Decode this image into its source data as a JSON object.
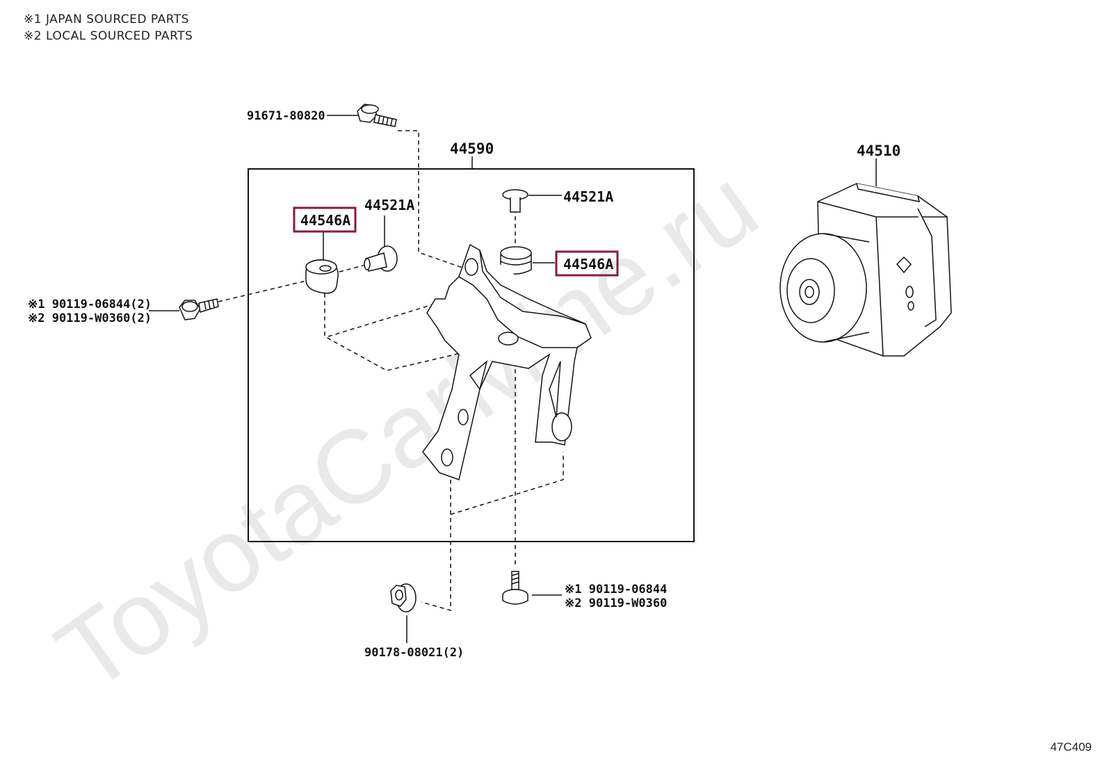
{
  "legend": [
    "※1 JAPAN SOURCED PARTS",
    "※2 LOCAL SOURCED PARTS"
  ],
  "watermark": "ToyotaCarMine.ru",
  "diagram_code": "47C409",
  "highlight_color": "#8b1a3a",
  "parts": {
    "bolt_top": "91671-80820",
    "bracket_assembly": "44590",
    "actuator": "44510",
    "collar_left": "44521A",
    "collar_right": "44521A",
    "cushion_left": "44546A",
    "cushion_right": "44546A",
    "bolt_left_1": "※1 90119-06844(2)",
    "bolt_left_2": "※2 90119-W0360(2)",
    "bolt_bottom_1": "※1 90119-06844",
    "bolt_bottom_2": "※2 90119-W0360",
    "nut_bottom": "90178-08021(2)"
  }
}
